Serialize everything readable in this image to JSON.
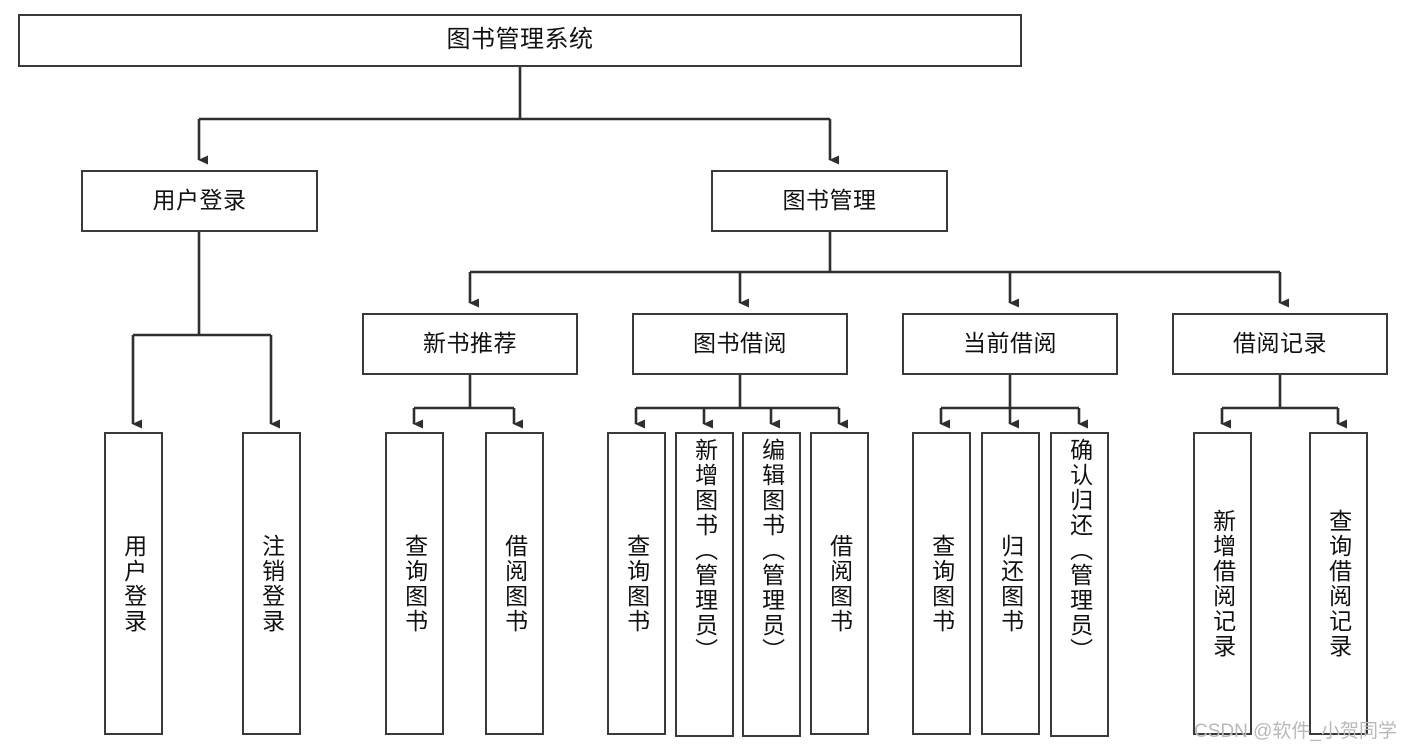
{
  "diagram": {
    "title": "图书管理系统",
    "type": "tree",
    "watermark": "CSDN @软件_小贺同学",
    "colors": {
      "stroke": "#3a3a3a",
      "fill": "#ffffff",
      "text": "#111111",
      "watermark": "#b9b9b9"
    },
    "root": {
      "label": "图书管理系统"
    },
    "level2": [
      {
        "label": "用户登录"
      },
      {
        "label": "图书管理"
      }
    ],
    "level3": [
      {
        "label": "新书推荐"
      },
      {
        "label": "图书借阅"
      },
      {
        "label": "当前借阅"
      },
      {
        "label": "借阅记录"
      }
    ],
    "leaves": {
      "user_login": [
        {
          "label": "用户登录"
        },
        {
          "label": "注销登录"
        }
      ],
      "new_book": [
        {
          "label": "查询图书"
        },
        {
          "label": "借阅图书"
        }
      ],
      "book_borrow": [
        {
          "label": "查询图书"
        },
        {
          "label": "新增图书（管理员）"
        },
        {
          "label": "编辑图书（管理员）"
        },
        {
          "label": "借阅图书"
        }
      ],
      "current_borrow": [
        {
          "label": "查询图书"
        },
        {
          "label": "归还图书"
        },
        {
          "label": "确认归还（管理员）"
        }
      ],
      "borrow_record": [
        {
          "label": "新增借阅记录"
        },
        {
          "label": "查询借阅记录"
        }
      ]
    }
  }
}
